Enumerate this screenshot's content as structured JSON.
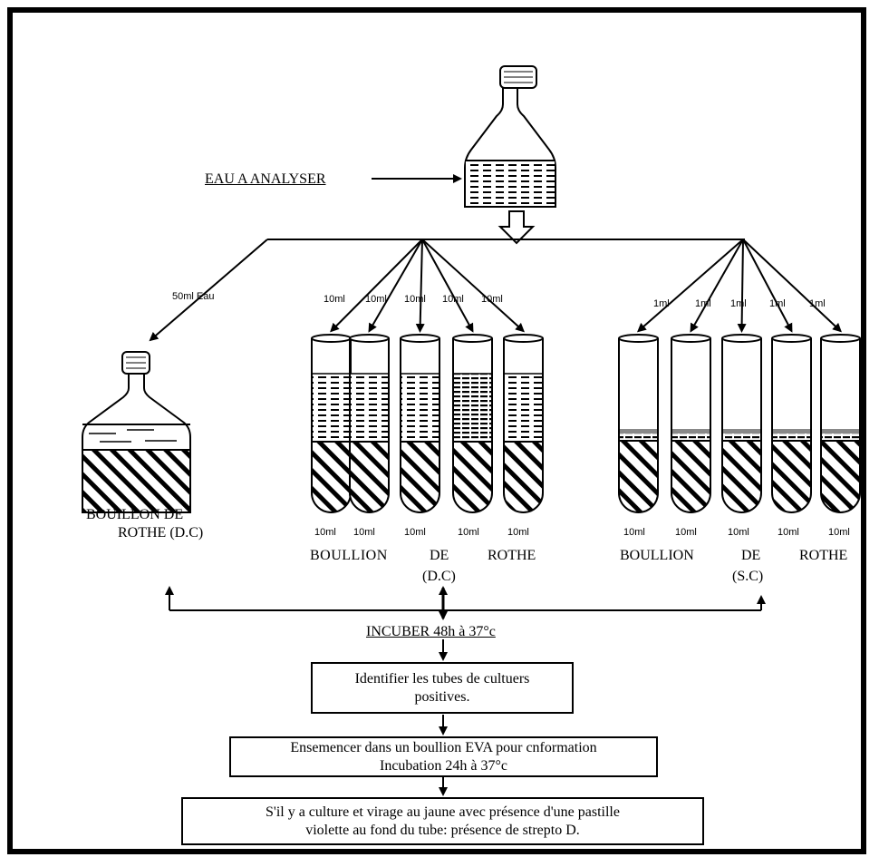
{
  "labels": {
    "sample": "EAU A ANALYSER",
    "bottle_volume": "50ml Eau",
    "bottle_name_line1": "BOUILLON DE",
    "bottle_name_line2": "ROTHE (D.C)",
    "dc_in_volumes": [
      "10ml",
      "10ml",
      "10ml",
      "10ml",
      "10ml"
    ],
    "dc_tube_volumes": [
      "10ml",
      "10ml",
      "10ml",
      "10ml",
      "10ml"
    ],
    "sc_in_volumes": [
      "1ml",
      "1ml",
      "1ml",
      "1ml",
      "1ml"
    ],
    "sc_tube_volumes": [
      "10ml",
      "10ml",
      "10ml",
      "10ml",
      "10ml"
    ],
    "dc_group": {
      "w1": "BOULLION",
      "w2": "DE",
      "w3": "ROTHE",
      "sub": "(D.C)"
    },
    "sc_group": {
      "w1": "BOULLION",
      "w2": "DE",
      "w3": "ROTHE",
      "sub": "(S.C)"
    },
    "incubate": "INCUBER 48h à 37°c"
  },
  "steps": {
    "identify": {
      "line1": "Identifier les tubes de cultuers",
      "line2": "positives."
    },
    "seed": {
      "line1": "Ensemencer dans un boullion EVA pour cnformation",
      "line2": "Incubation 24h à 37°c"
    },
    "result": {
      "line1": "S'il y a culture et virage au jaune avec présence d'une pastille",
      "line2": "violette au fond du tube: présence de strepto D."
    }
  }
}
